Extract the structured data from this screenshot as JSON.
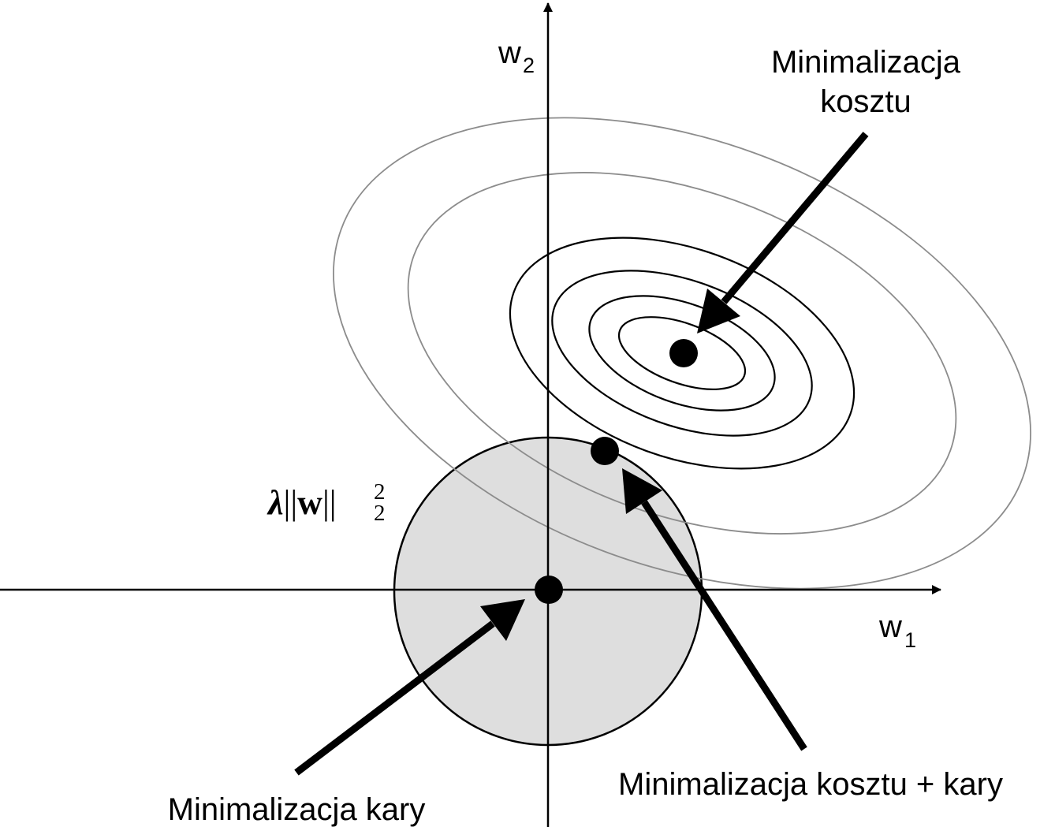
{
  "axes": {
    "x_label": "w",
    "x_subscript": "1",
    "y_label": "w",
    "y_subscript": "2"
  },
  "penalty": {
    "lambda": "λ",
    "norm_open": "||",
    "vector": "w",
    "norm_close": "||",
    "superscript": "2",
    "subscript": "2"
  },
  "callouts": {
    "cost_min_line1": "Minimalizacja",
    "cost_min_line2": "kosztu",
    "penalty_min": "Minimalizacja kary",
    "combined_min": "Minimalizacja kosztu + kary"
  },
  "colors": {
    "ink": "#000000",
    "penalty_region_fill": "#dedede",
    "outer_contour": "#8c8c8c",
    "inner_contour": "#000000",
    "background": "#ffffff"
  }
}
